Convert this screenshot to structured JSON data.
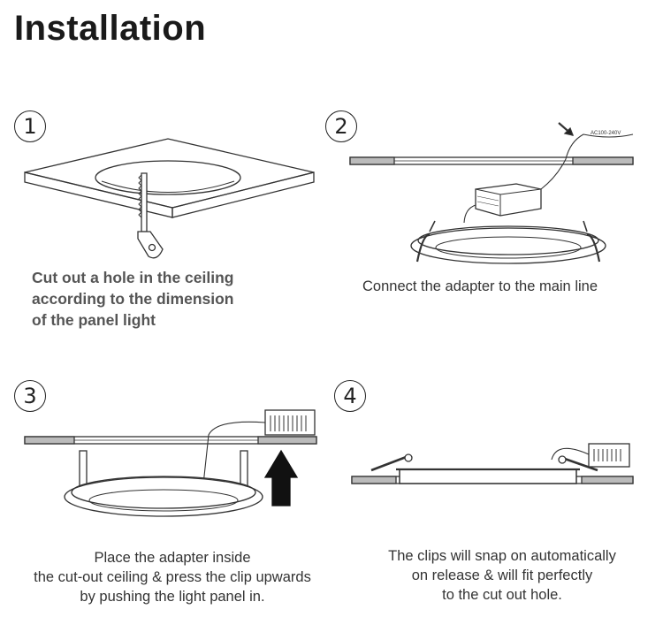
{
  "title": "Installation",
  "steps": [
    {
      "number": "1",
      "caption": [
        "Cut out a hole in the ceiling",
        "according to the dimension",
        "of the panel light"
      ]
    },
    {
      "number": "2",
      "caption": [
        "Connect the adapter to the main line"
      ]
    },
    {
      "number": "3",
      "caption": [
        "Place the adapter inside",
        "the cut-out ceiling & press the clip upwards",
        "by pushing the light panel in."
      ]
    },
    {
      "number": "4",
      "caption": [
        "The clips will snap on automatically",
        "on release & will fit perfectly",
        "to the cut out hole."
      ]
    }
  ],
  "wire_label": "AC100-240V"
}
